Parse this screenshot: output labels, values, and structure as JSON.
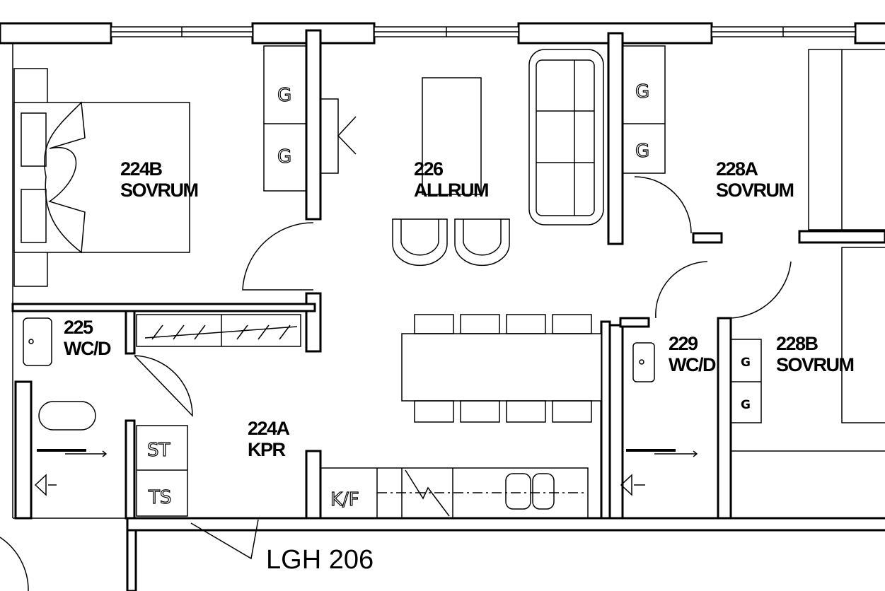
{
  "plan": {
    "apartment": "LGH 206",
    "rooms": [
      {
        "number": "224B",
        "name": "SOVRUM"
      },
      {
        "number": "226",
        "name": "ALLRUM"
      },
      {
        "number": "228A",
        "name": "SOVRUM"
      },
      {
        "number": "225",
        "name": "WC/D"
      },
      {
        "number": "229",
        "name": "WC/D"
      },
      {
        "number": "228B",
        "name": "SOVRUM"
      },
      {
        "number": "224A",
        "name": "KPR"
      }
    ],
    "fixtures": {
      "wardrobe": "G",
      "washer": "ST",
      "dryer": "TS",
      "fridge": "K/F"
    }
  }
}
